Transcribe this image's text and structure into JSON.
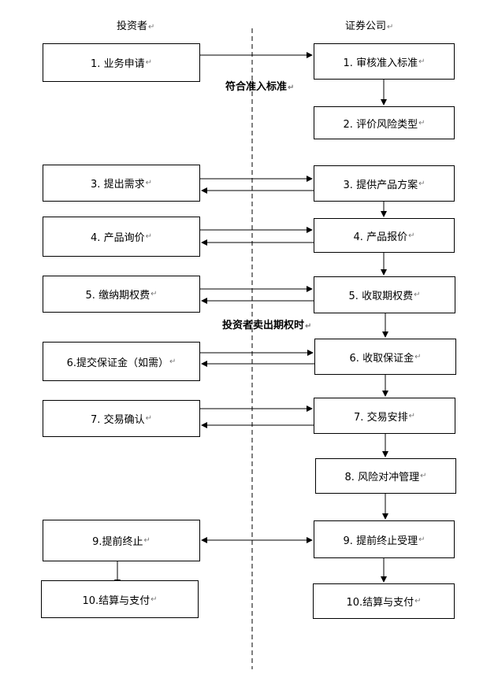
{
  "headers": {
    "investor": "投资者",
    "broker": "证券公司"
  },
  "investor_steps": [
    "1. 业务申请",
    "3. 提出需求",
    "4. 产品询价",
    "5. 缴纳期权费",
    "6.提交保证金（如需）",
    "7. 交易确认",
    "9.提前终止",
    "10.结算与支付"
  ],
  "broker_steps": [
    "1. 审核准入标准",
    "2. 评价风险类型",
    "3. 提供产品方案",
    "4. 产品报价",
    "5. 收取期权费",
    "6. 收取保证金",
    "7. 交易安排",
    "8. 风险对冲管理",
    "9. 提前终止受理",
    "10.结算与支付"
  ],
  "notes": {
    "after_step1": "符合准入标准",
    "after_step5": "投资者卖出期权时"
  },
  "paragraph_mark": "↵"
}
